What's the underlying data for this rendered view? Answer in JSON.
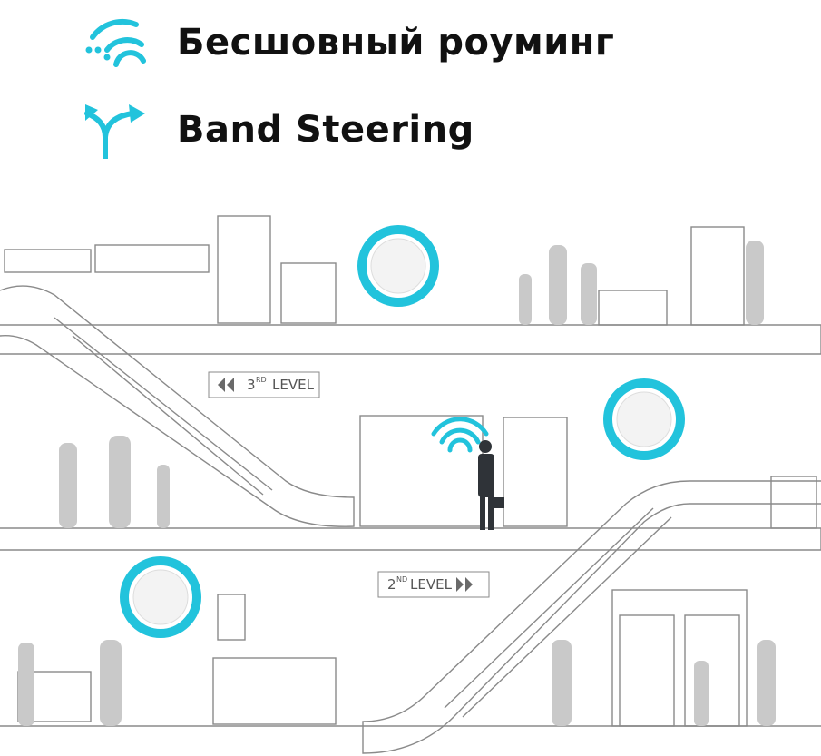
{
  "features": [
    {
      "label": "Бесшовный роуминг",
      "icon": "wifi-roaming-icon"
    },
    {
      "label": "Band Steering",
      "icon": "band-steering-icon"
    }
  ],
  "levels": [
    {
      "num": "3",
      "suffix": "RD",
      "word": "LEVEL",
      "arrows": "left"
    },
    {
      "num": "2",
      "suffix": "ND",
      "word": "LEVEL",
      "arrows": "right"
    }
  ],
  "colors": {
    "accent": "#22c3dc",
    "line": "#8a8a8a",
    "figure": "#b5b5b5",
    "text": "#111111"
  }
}
